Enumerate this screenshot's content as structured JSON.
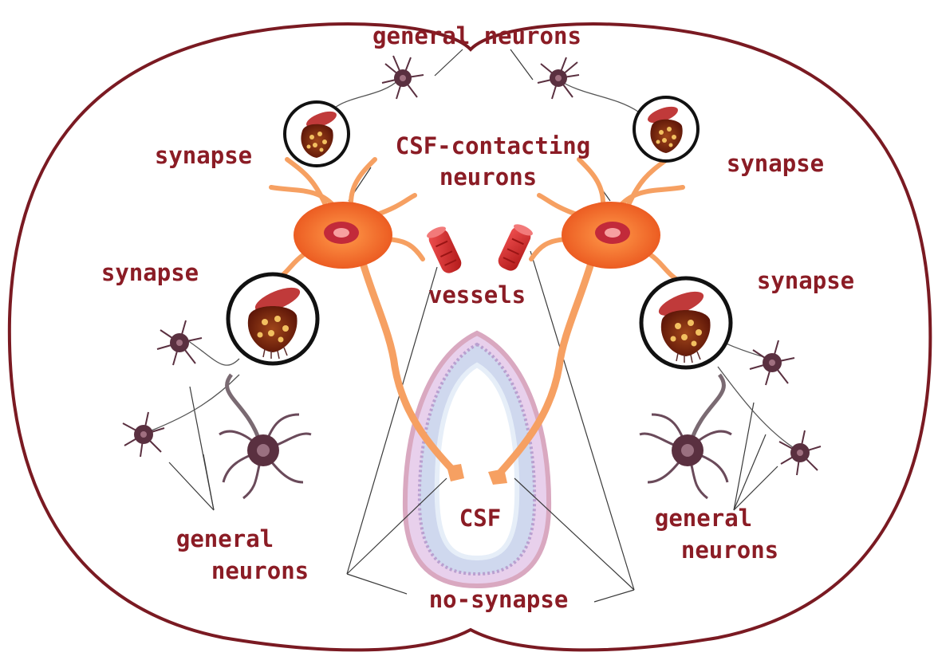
{
  "labels": {
    "general_neurons_top": "general neurons",
    "synapse_top_left": "synapse",
    "csf_contacting_line1": "CSF-contacting",
    "csf_contacting_line2": "neurons",
    "synapse_top_right": "synapse",
    "synapse_mid_left": "synapse",
    "vessels": "vessels",
    "synapse_mid_right": "synapse",
    "csf": "CSF",
    "general_neurons_left_line1": "general",
    "general_neurons_left_line2": "neurons",
    "general_neurons_right_line1": "general",
    "general_neurons_right_line2": "neurons",
    "no_synapse": "no-synapse"
  },
  "colors": {
    "outline": "#7a1a22",
    "label": "#8b1c25",
    "csf_neuron": "#f2641e",
    "csf_neuron_light": "#f6a062",
    "vessel": "#d62a2a",
    "synapse_ring": "#111111",
    "general_neuron": "#5a3040",
    "ventricle": "#c9a9d8"
  }
}
